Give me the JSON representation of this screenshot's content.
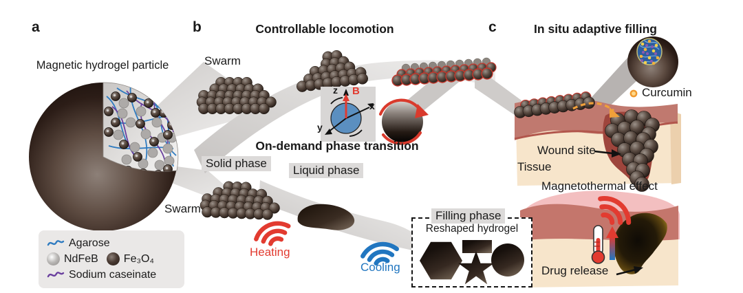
{
  "panels": {
    "a": {
      "letter": "a",
      "title": "Magnetic hydrogel particle",
      "legend": [
        {
          "icon": "agarose-squiggle-icon",
          "label": "Agarose",
          "color": "#2f7bc0"
        },
        {
          "icon": "ndfeb-sphere-icon",
          "label": "NdFeB",
          "color": "#9b9b9b"
        },
        {
          "icon": "fe3o4-sphere-icon",
          "label": "Fe₃O₄",
          "color": "#2f2723"
        },
        {
          "icon": "sodium-caseinate-squiggle-icon",
          "label": "Sodium caseinate",
          "color": "#6a3f9e"
        }
      ]
    },
    "b": {
      "letter": "b",
      "locomotion_title": "Controllable locomotion",
      "swarm_top": "Swarm",
      "axes": {
        "z": "z",
        "x": "x",
        "y": "y",
        "b_field": "B"
      },
      "phase_title": "On-demand phase transition",
      "solid_phase": "Solid phase",
      "swarm_bottom": "Swarm",
      "liquid_phase": "Liquid phase",
      "heating": "Heating",
      "cooling": "Cooling",
      "filling_title": "Filling phase",
      "reshaped": "Reshaped hydrogel"
    },
    "c": {
      "letter": "c",
      "title": "In situ adaptive filling",
      "curcumin": "Curcumin",
      "wound_site": "Wound site",
      "tissue": "Tissue",
      "magnetothermal": "Magnetothermal effect",
      "drug_release": "Drug release"
    }
  },
  "colors": {
    "heating_red": "#e23b30",
    "cooling_blue": "#2176c0",
    "field_b_red": "#e23b30",
    "curcumin_orange": "#f0a03a",
    "tissue_pink": "#c0796f",
    "tissue_cream": "#f7e5cb",
    "hydrogel_dark": "#241a15",
    "agarose_blue": "#2f7bc0",
    "sodium_caseinate_purple": "#6a3f9e",
    "ndfeb_gray": "#9b9b9b",
    "fe3o4_dark": "#2f2723"
  }
}
